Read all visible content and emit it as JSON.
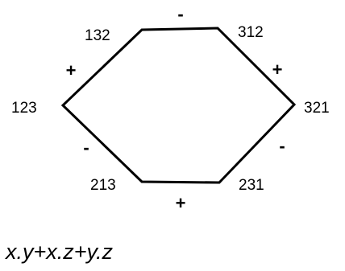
{
  "diagram": {
    "vertices": [
      {
        "id": "v132",
        "label": "132"
      },
      {
        "id": "v312",
        "label": "312"
      },
      {
        "id": "v321",
        "label": "321"
      },
      {
        "id": "v231",
        "label": "231"
      },
      {
        "id": "v213",
        "label": "213"
      },
      {
        "id": "v123",
        "label": "123"
      }
    ],
    "edge_signs": [
      {
        "edge": "132-312",
        "sign": "-"
      },
      {
        "edge": "312-321",
        "sign": "+"
      },
      {
        "edge": "321-231",
        "sign": "-"
      },
      {
        "edge": "231-213",
        "sign": "+"
      },
      {
        "edge": "213-123",
        "sign": "-"
      },
      {
        "edge": "123-132",
        "sign": "+"
      }
    ],
    "stroke_color": "#000000"
  },
  "formula": "x.y+x.z+y.z"
}
